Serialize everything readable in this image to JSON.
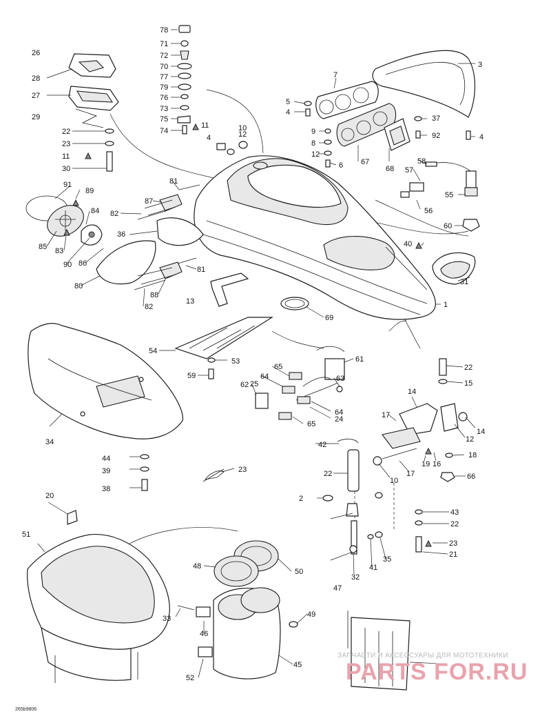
{
  "diagram": {
    "drawing_code": "265b9806",
    "watermark_top": "ЗАПЧАСТИ И АКСЕССУАРЫ ДЛЯ МОТОТЕХНИКИ",
    "watermark_brand": "PARTS FOR.RU",
    "callouts": [
      "78",
      "71",
      "72",
      "70",
      "77",
      "79",
      "76",
      "73",
      "75",
      "74",
      "11",
      "26",
      "28",
      "27",
      "29",
      "22",
      "23",
      "11",
      "30",
      "7",
      "5",
      "4",
      "9",
      "8",
      "12",
      "6",
      "12",
      "10",
      "4",
      "3",
      "37",
      "92",
      "4",
      "67",
      "68",
      "58",
      "57",
      "55",
      "56",
      "60",
      "40",
      "31",
      "91",
      "89",
      "84",
      "85",
      "83",
      "90",
      "86",
      "80",
      "81",
      "87",
      "82",
      "36",
      "81",
      "88",
      "82",
      "13",
      "1",
      "69",
      "54",
      "53",
      "59",
      "61",
      "65",
      "64",
      "25",
      "63",
      "62",
      "65",
      "64",
      "24",
      "22",
      "15",
      "14",
      "17",
      "14",
      "12",
      "18",
      "19",
      "16",
      "17",
      "10",
      "66",
      "42",
      "22",
      "23",
      "2",
      "43",
      "22",
      "23",
      "21",
      "20",
      "51",
      "44",
      "39",
      "38",
      "34",
      "35",
      "41",
      "32",
      "47",
      "48",
      "50",
      "33",
      "49",
      "46",
      "45",
      "52"
    ]
  }
}
